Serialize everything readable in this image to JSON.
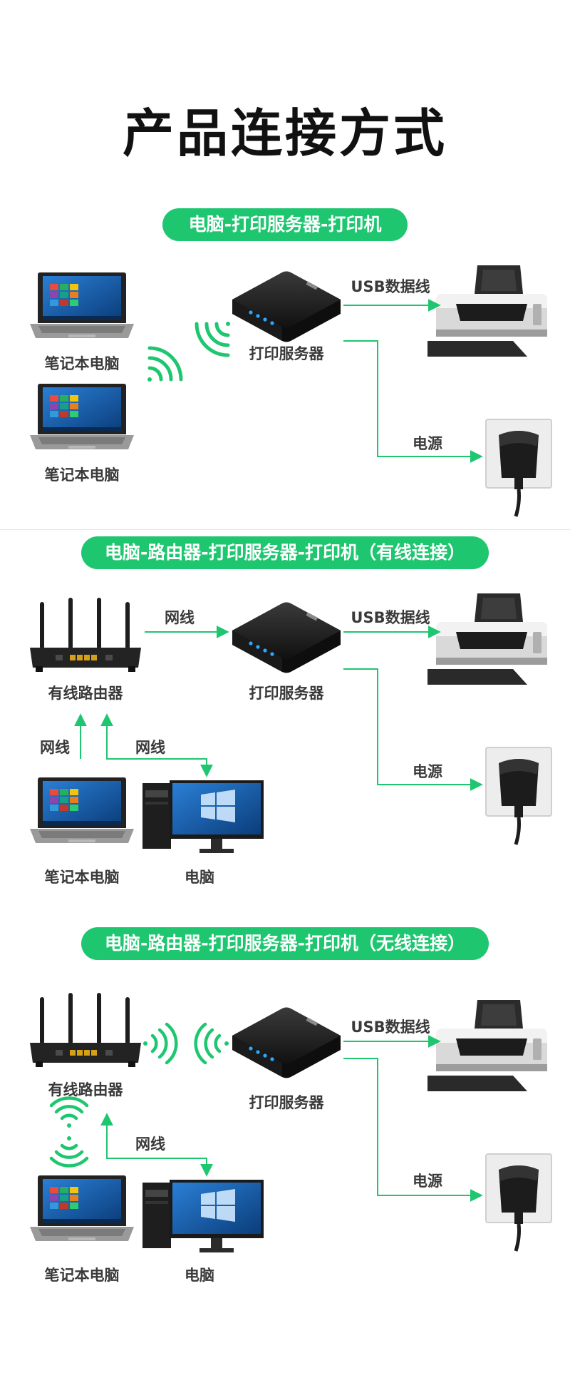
{
  "title": "产品连接方式",
  "colors": {
    "accent": "#1fc670",
    "text": "#3a3a3a"
  },
  "sections": [
    {
      "heading": "电脑-打印服务器-打印机",
      "laptop1": "笔记本电脑",
      "laptop2": "笔记本电脑",
      "server": "打印服务器",
      "usb": "USB数据线",
      "power": "电源"
    },
    {
      "heading": "电脑-路由器-打印服务器-打印机（有线连接）",
      "router": "有线路由器",
      "cable_router_server": "网线",
      "server": "打印服务器",
      "usb": "USB数据线",
      "cable_laptop": "网线",
      "cable_desktop": "网线",
      "power": "电源",
      "laptop": "笔记本电脑",
      "desktop": "电脑"
    },
    {
      "heading": "电脑-路由器-打印服务器-打印机（无线连接）",
      "router": "有线路由器",
      "server": "打印服务器",
      "usb": "USB数据线",
      "cable_desktop": "网线",
      "power": "电源",
      "laptop": "笔记本电脑",
      "desktop": "电脑"
    }
  ]
}
